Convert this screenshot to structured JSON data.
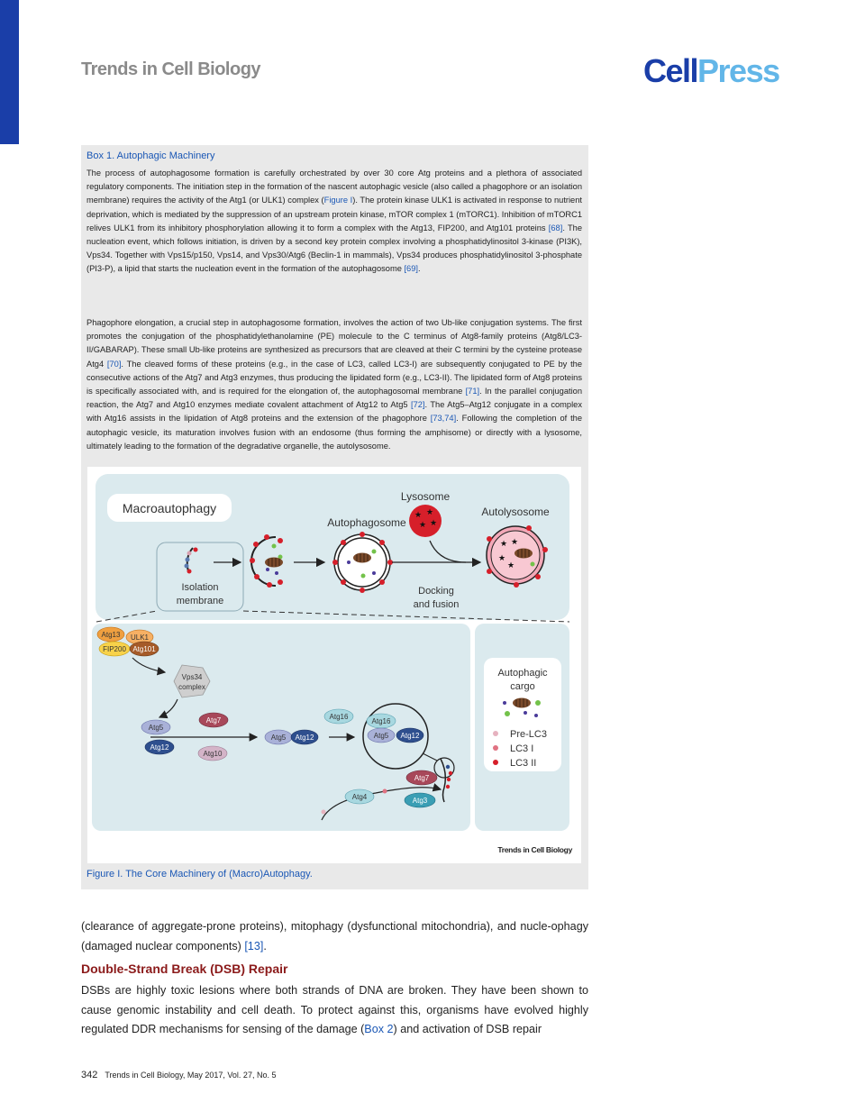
{
  "header": {
    "journal": "Trends in Cell Biology",
    "logo_cell": "Cell",
    "logo_press": "Press"
  },
  "box": {
    "title": "Box 1. Autophagic Machinery",
    "p1": {
      "a": "The process of autophagosome formation is carefully orchestrated by over 30 core Atg proteins and a plethora of associated regulatory components. The initiation step in the formation of the nascent autophagic vesicle (also called a phagophore or an isolation membrane) requires the activity of the Atg1 (or ULK1) complex (",
      "r1": "Figure I",
      "b": "). The protein kinase ULK1 is activated in response to nutrient deprivation, which is mediated by the suppression of an upstream protein kinase, mTOR complex 1 (mTORC1). Inhibition of mTORC1 relives ULK1 from its inhibitory phosphorylation allowing it to form a complex with the Atg13, FIP200, and Atg101 proteins ",
      "r2": "[68]",
      "c": ". The nucleation event, which follows initiation, is driven by a second key protein complex involving a phosphatidylinositol 3-kinase (PI3K), Vps34. Together with Vps15/p150, Vps14, and Vps30/Atg6 (Beclin-1 in mammals), Vps34 produces phosphatidylinositol 3-phosphate (PI3-P), a lipid that starts the nucleation event in the formation of the autophagosome ",
      "r3": "[69]",
      "d": "."
    },
    "p2": {
      "a": "Phagophore elongation, a crucial step in autophagosome formation, involves the action of two Ub-like conjugation systems. The first promotes the conjugation of the phosphatidylethanolamine (PE) molecule to the C terminus of Atg8-family proteins (Atg8/LC3-II/GABARAP). These small Ub-like proteins are synthesized as precursors that are cleaved at their C termini by the cysteine protease Atg4 ",
      "r1": "[70]",
      "b": ". The cleaved forms of these proteins (e.g., in the case of LC3, called LC3-I) are subsequently conjugated to PE by the consecutive actions of the Atg7 and Atg3 enzymes, thus producing the lipidated form (e.g., LC3-II). The lipidated form of Atg8 proteins is specifically associated with, and is required for the elongation of, the autophagosomal membrane ",
      "r2": "[71]",
      "c": ". In the parallel conjugation reaction, the Atg7 and Atg10 enzymes mediate covalent attachment of Atg12 to Atg5 ",
      "r3": "[72]",
      "d": ". The Atg5–Atg12 conjugate in a complex with Atg16 assists in the lipidation of Atg8 proteins and the extension of the phagophore ",
      "r4": "[73,74]",
      "e": ". Following the completion of the autophagic vesicle, its maturation involves fusion with an endosome (thus forming the amphisome) or directly with a lysosome, ultimately leading to the formation of the degradative organelle, the autolysosome."
    },
    "figure": {
      "macro_title": "Macroautophagy",
      "isolation_1": "Isolation",
      "isolation_2": "membrane",
      "autophagosome": "Autophagosome",
      "lysosome": "Lysosome",
      "autolysosome": "Autolysosome",
      "docking_1": "Docking",
      "docking_2": "and fusion",
      "atg13": "Atg13",
      "ulk1": "ULK1",
      "fip200": "FIP200",
      "atg101": "Atg101",
      "vps34_1": "Vps34",
      "vps34_2": "complex",
      "atg5": "Atg5",
      "atg7": "Atg7",
      "atg12": "Atg12",
      "atg10": "Atg10",
      "atg16": "Atg16",
      "atg4": "Atg4",
      "atg3": "Atg3",
      "cargo_1": "Autophagic",
      "cargo_2": "cargo",
      "pre_lc3": "Pre-LC3",
      "lc3_1": "LC3 I",
      "lc3_2": "LC3 II",
      "credit": "Trends in Cell Biology",
      "caption": "Figure I. The Core Machinery of (Macro)Autophagy."
    }
  },
  "body": {
    "p1": {
      "a": "(clearance of aggregate-prone proteins), mitophagy (dysfunctional mitochondria), and nucle-ophagy (damaged nuclear components) ",
      "r1": "[13]",
      "b": "."
    },
    "section_title": "Double-Strand Break (DSB) Repair",
    "p2": {
      "a": "DSBs are highly toxic lesions where both strands of DNA are broken. They have been shown to cause genomic instability and cell death. To protect against this, organisms have evolved highly regulated DDR mechanisms for sensing of the damage (",
      "r1": "Box 2",
      "b": ") and activation of DSB repair"
    }
  },
  "footer": {
    "page": "342",
    "citation": "Trends in Cell Biology, May 2017, Vol. 27, No. 5"
  }
}
